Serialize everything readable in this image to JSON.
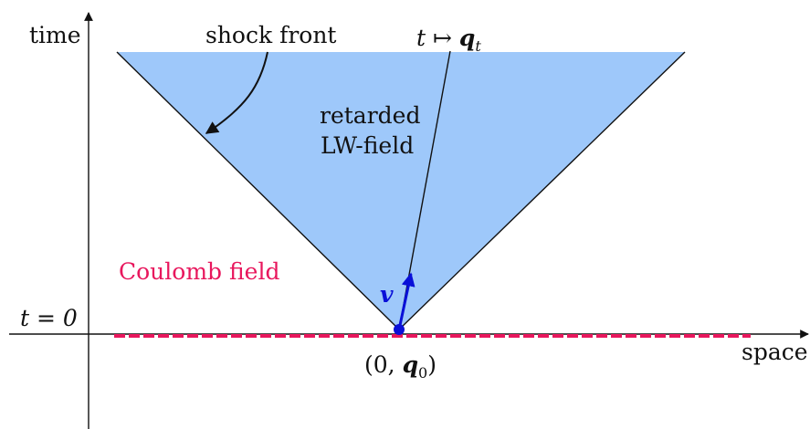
{
  "axes": {
    "y_label": "time",
    "x_label": "space",
    "t0_label": "t = 0"
  },
  "labels": {
    "shock_front": "shock front",
    "trajectory_prefix": "t ↦ ",
    "trajectory_symbol": "q",
    "trajectory_subscript": "t",
    "retarded_line1": "retarded",
    "retarded_line2": "LW-field",
    "coulomb": "Coulomb field",
    "velocity": "v",
    "origin_prefix": "(0, ",
    "origin_symbol": "q",
    "origin_subscript": "0",
    "origin_suffix": ")"
  },
  "colors": {
    "cone_fill": "#9ec8fa",
    "axis": "#111111",
    "coulomb": "#e8175d",
    "velocity": "#0a10d8",
    "trajectory": "#111111"
  }
}
